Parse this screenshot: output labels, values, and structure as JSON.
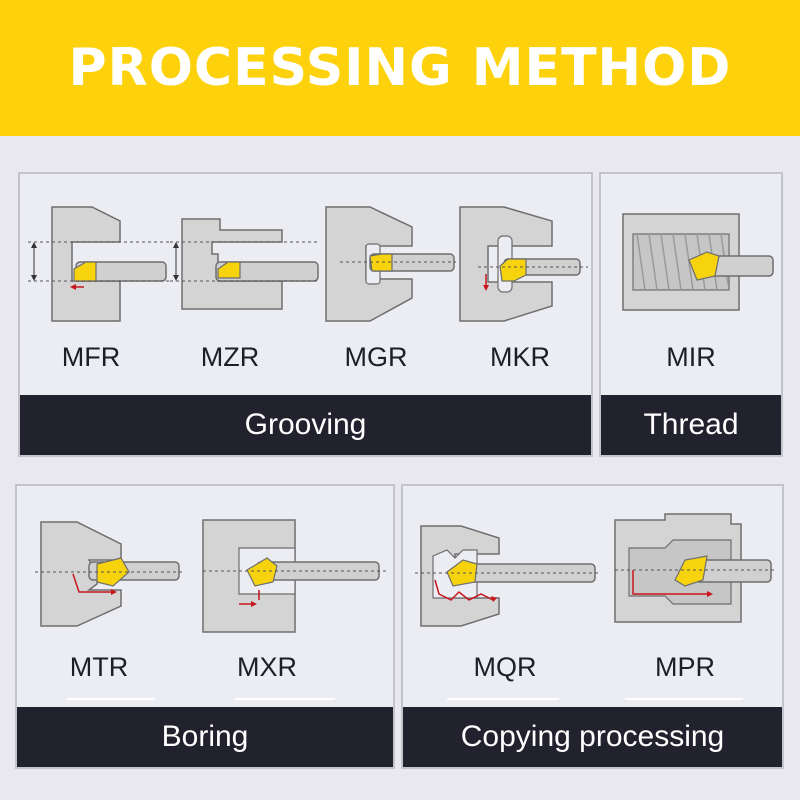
{
  "header": {
    "title": "PROCESSING METHOD"
  },
  "colors": {
    "banner": "#fdd20c",
    "workpiece": "#d4d4d4",
    "outline": "#6e6e6e",
    "insert": "#f7d30d",
    "arrow": "#c8161d",
    "label_bar": "#22212e"
  },
  "panels": {
    "grooving": {
      "label": "Grooving",
      "tools": [
        {
          "code": "MFR",
          "icon": "face-grooving-icon"
        },
        {
          "code": "MZR",
          "icon": "axial-grooving-icon"
        },
        {
          "code": "MGR",
          "icon": "internal-grooving-icon"
        },
        {
          "code": "MKR",
          "icon": "deep-grooving-icon"
        }
      ]
    },
    "thread": {
      "label": "Thread",
      "tools": [
        {
          "code": "MIR",
          "icon": "internal-threading-icon"
        }
      ]
    },
    "boring": {
      "label": "Boring",
      "tools": [
        {
          "code": "MTR",
          "icon": "back-boring-icon"
        },
        {
          "code": "MXR",
          "icon": "boring-icon"
        }
      ]
    },
    "copying": {
      "label": "Copying processing",
      "tools": [
        {
          "code": "MQR",
          "icon": "profile-copying-icon"
        },
        {
          "code": "MPR",
          "icon": "internal-copying-icon"
        }
      ]
    }
  }
}
